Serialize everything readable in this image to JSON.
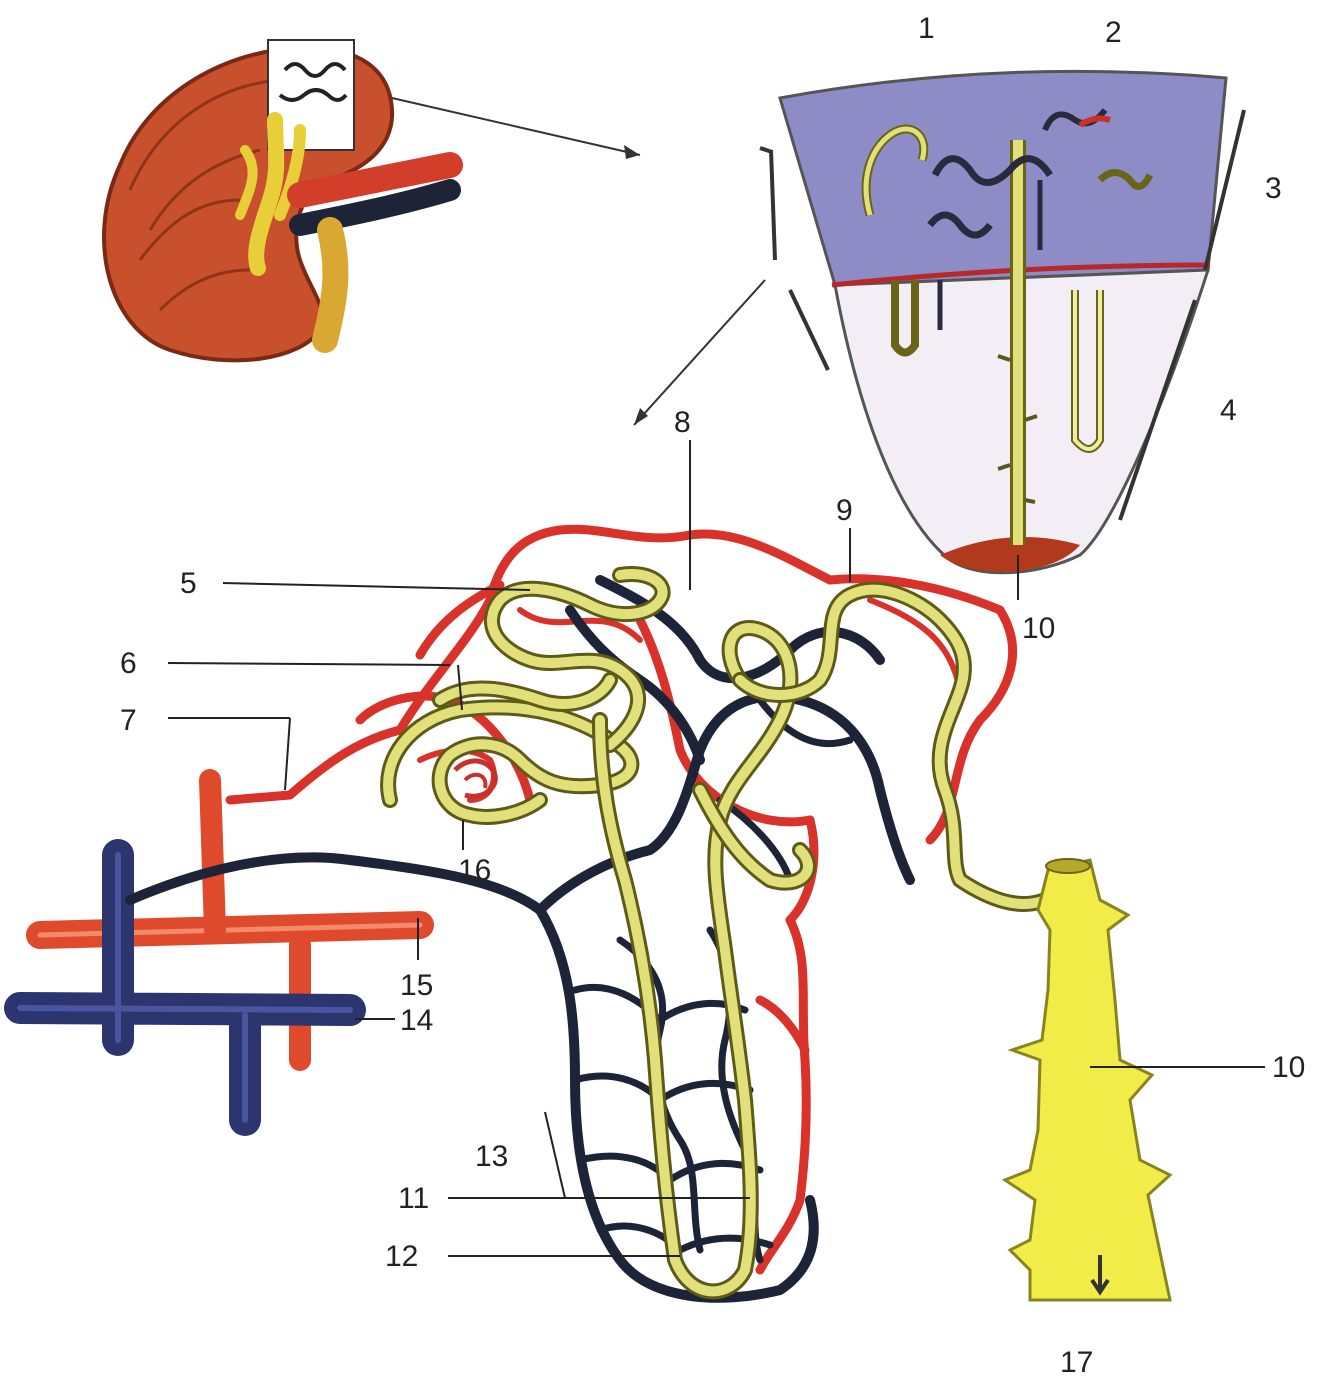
{
  "labels": {
    "n1": "1",
    "n2": "2",
    "n3": "3",
    "n4": "4",
    "n5": "5",
    "n6": "6",
    "n7": "7",
    "n8": "8",
    "n9": "9",
    "n10_top": "10",
    "n10_right": "10",
    "n11": "11",
    "n12": "12",
    "n13": "13",
    "n14": "14",
    "n15": "15",
    "n16": "16",
    "n17": "17"
  },
  "colors": {
    "artery": "#d9322a",
    "vein": "#1e2438",
    "tubule": "#e2e07a",
    "cortex": "#8e8cc6",
    "medulla": "#f3eef6",
    "kidney": "#c8502c"
  }
}
